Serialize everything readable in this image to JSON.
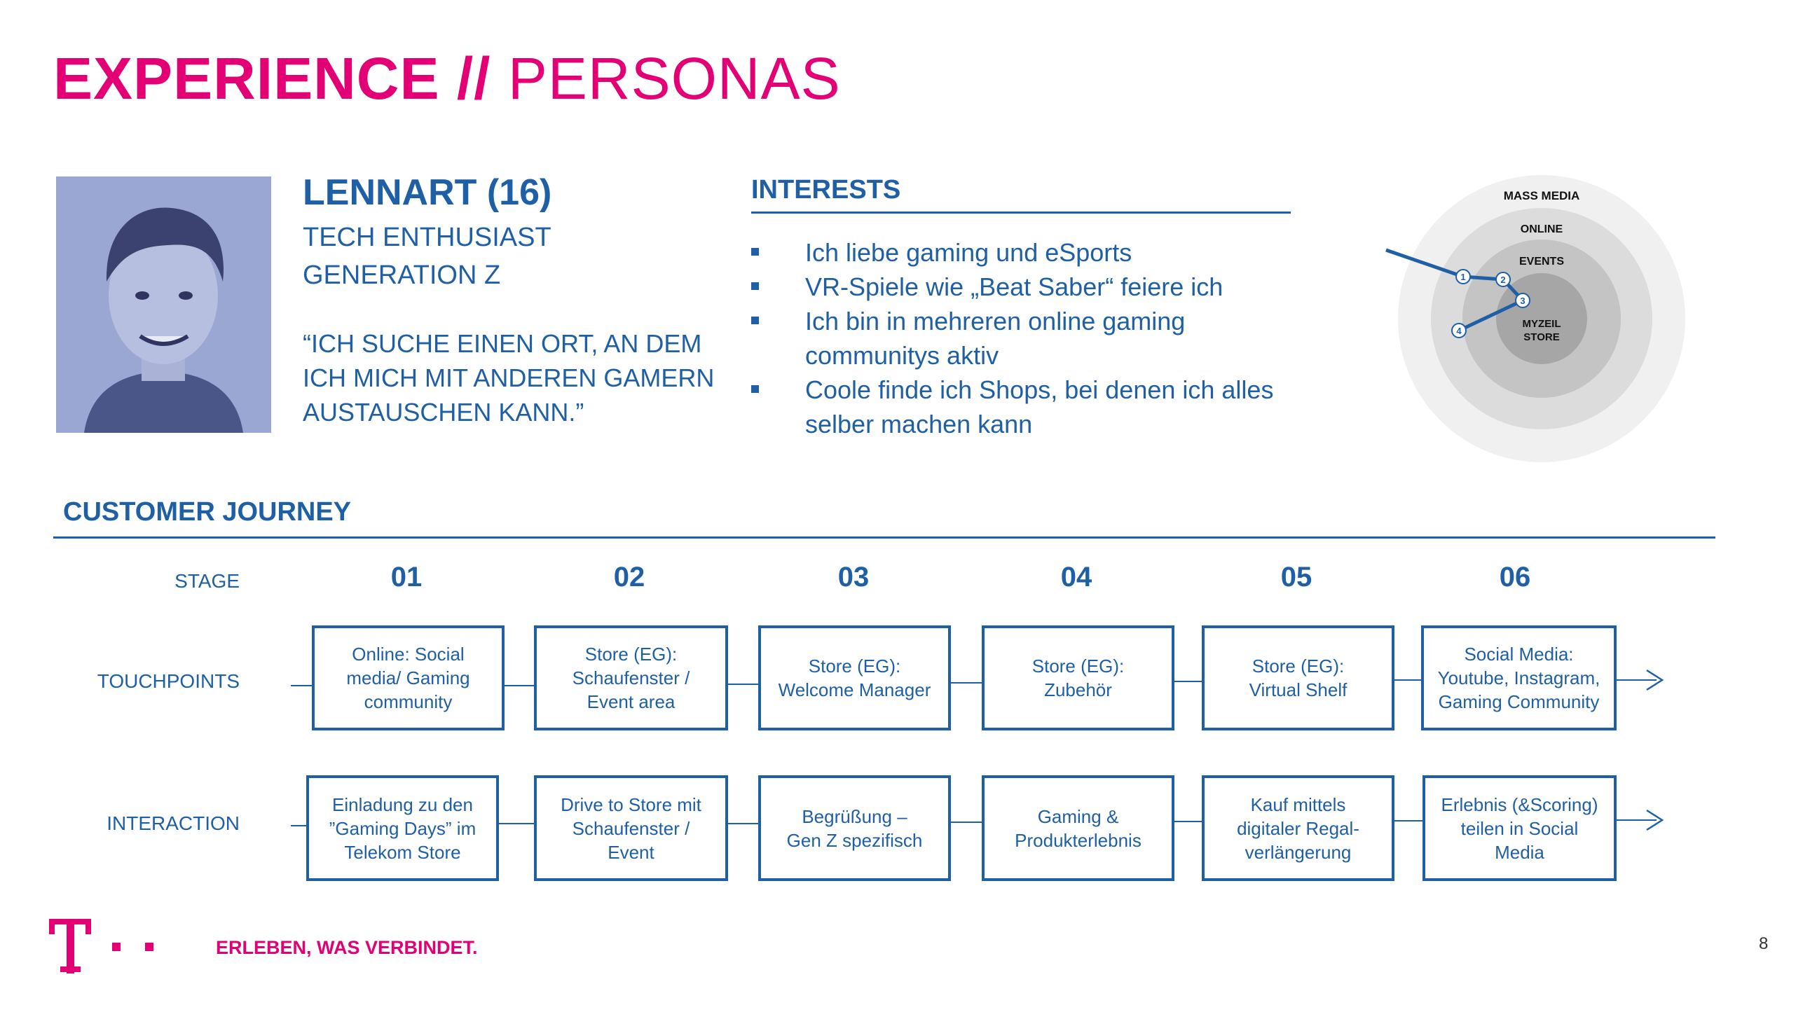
{
  "title": {
    "part1": "EXPERIENCE //",
    "part2": " PERSONAS"
  },
  "persona": {
    "name": "LENNART (16)",
    "role_line1": "TECH ENTHUSIAST",
    "role_line2": "GENERATION Z",
    "quote_line1": "“ICH SUCHE EINEN ORT,  AN DEM",
    "quote_line2": "ICH MICH MIT ANDEREN GAMERN",
    "quote_line3": "AUSTAUSCHEN KANN.”"
  },
  "interests": {
    "heading": "INTERESTS",
    "items": [
      {
        "line1": "Ich liebe gaming und eSports",
        "line2": ""
      },
      {
        "line1": "VR-Spiele wie „Beat Saber“ feiere ich",
        "line2": ""
      },
      {
        "line1": "Ich bin in mehreren online gaming",
        "line2": "communitys aktiv"
      },
      {
        "line1": "Coole finde ich Shops, bei denen ich alles",
        "line2": "selber machen kann"
      }
    ]
  },
  "rings": {
    "labels": {
      "mass_media": "MASS MEDIA",
      "online": "ONLINE",
      "events": "EVENTS",
      "store_line1": "MYZEIL",
      "store_line2": "STORE"
    },
    "points": [
      "1",
      "2",
      "3",
      "4"
    ]
  },
  "journey": {
    "heading": "CUSTOMER JOURNEY",
    "row_labels": {
      "stage": "STAGE",
      "touchpoints": "TOUCHPOINTS",
      "interaction": "INTERACTION"
    },
    "stages": [
      "01",
      "02",
      "03",
      "04",
      "05",
      "06"
    ],
    "touchpoints": [
      "Online: Social\nmedia/ Gaming\ncommunity",
      "Store (EG):\nSchaufenster /\nEvent area",
      "Store (EG):\nWelcome Manager",
      "Store (EG):\nZubehör",
      "Store (EG):\nVirtual Shelf",
      "Social Media:\nYoutube, Instagram,\nGaming Community"
    ],
    "interactions": [
      "Einladung zu den\n”Gaming Days” im\nTelekom Store",
      "Drive to Store mit\nSchaufenster /\nEvent",
      "Begrüßung –\nGen Z spezifisch",
      "Gaming &\nProdukterlebnis",
      "Kauf mittels\ndigitaler Regal-\nverlängerung",
      "Erlebnis (&Scoring)\nteilen in Social\nMedia"
    ]
  },
  "footer": {
    "tagline": "ERLEBEN, WAS VERBINDET.",
    "page_number": "8"
  },
  "colors": {
    "magenta": "#E20074",
    "blue": "#1f5fa5"
  }
}
